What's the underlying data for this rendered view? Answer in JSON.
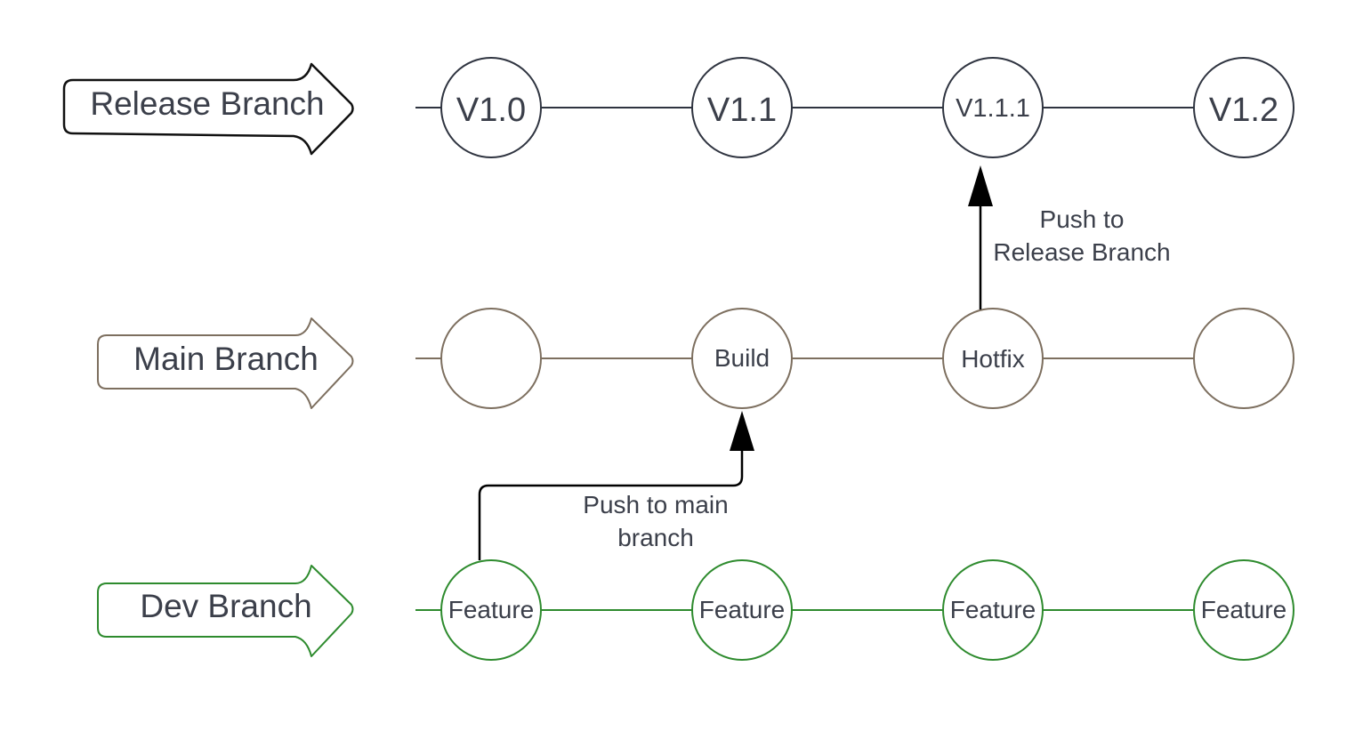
{
  "branches": [
    {
      "label": "Release Branch",
      "color": "#2f3440",
      "arrow_color": "#111111",
      "nodes": [
        "V1.0",
        "V1.1",
        "V1.1.1",
        "V1.2"
      ]
    },
    {
      "label": "Main Branch",
      "color": "#7d6f5f",
      "arrow_color": "#7d6f5f",
      "nodes": [
        "",
        "Build",
        "Hotfix",
        ""
      ]
    },
    {
      "label": "Dev Branch",
      "color": "#2e8b2e",
      "arrow_color": "#2e8b2e",
      "nodes": [
        "Feature",
        "Feature",
        "Feature",
        "Feature"
      ]
    }
  ],
  "connectors": [
    {
      "label_line1": "Push to",
      "label_line2": "Release Branch",
      "color": "#000000"
    },
    {
      "label_line1": "Push to main",
      "label_line2": "branch",
      "color": "#000000"
    }
  ]
}
